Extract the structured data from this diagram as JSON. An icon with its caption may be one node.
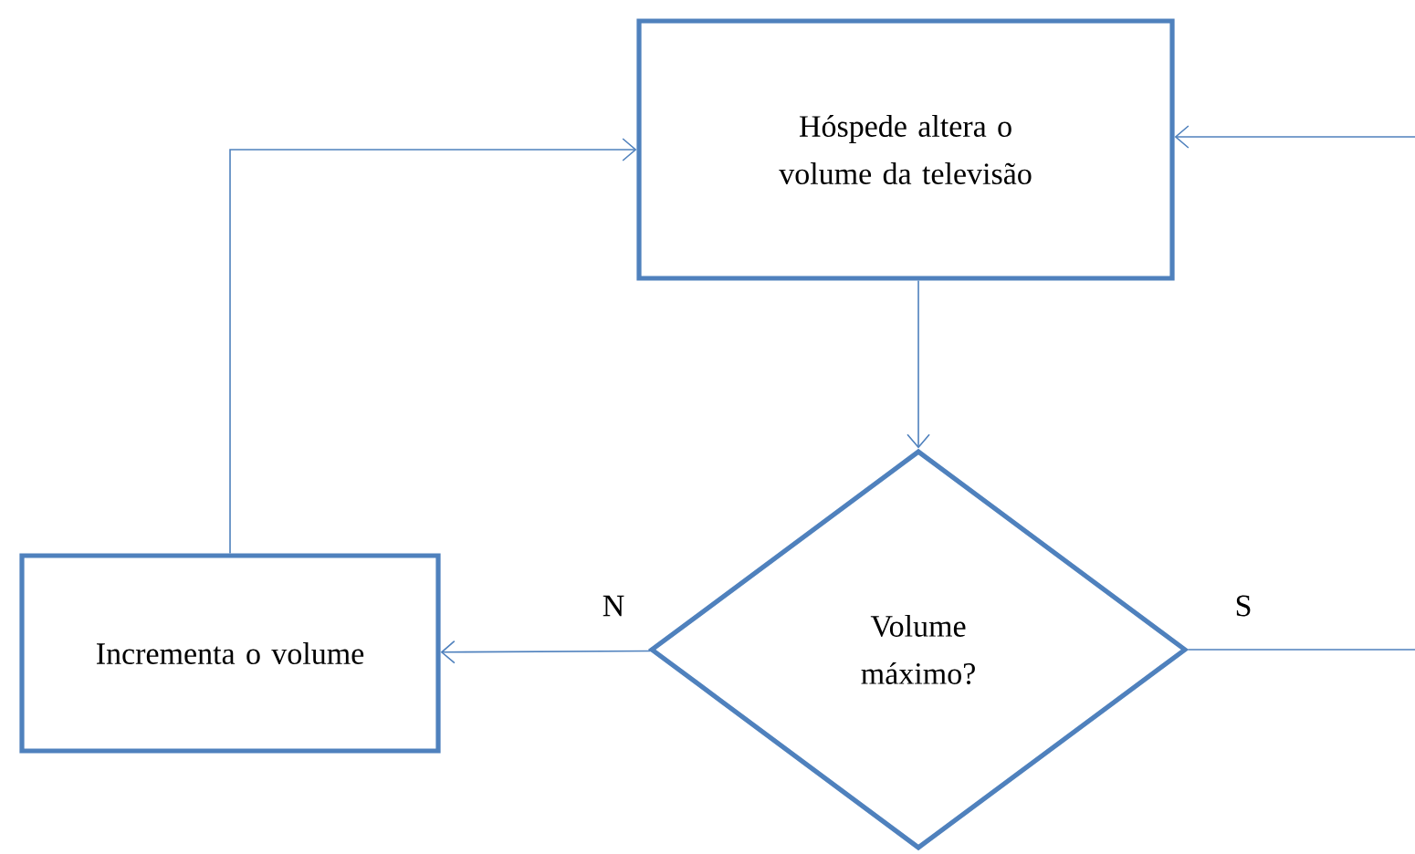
{
  "diagram": {
    "nodes": [
      {
        "text": [
          "Hóspede altera o volume da televisão"
        ]
      },
      {
        "text": [
          "Volume máximo?"
        ]
      },
      {
        "text": [
          "Incrementa o volume"
        ]
      }
    ],
    "edges": [
      {
        "from": 0,
        "to": 1,
        "arrow": "to"
      },
      {
        "from": 1,
        "to": 2,
        "arrow": "to",
        "label": "N"
      },
      {
        "from": 2,
        "to": 0,
        "arrow": "to"
      },
      {
        "from": 1,
        "to": null,
        "arrow": "none",
        "label": "S"
      },
      {
        "from": null,
        "to": 0,
        "arrow": "to"
      }
    ]
  }
}
